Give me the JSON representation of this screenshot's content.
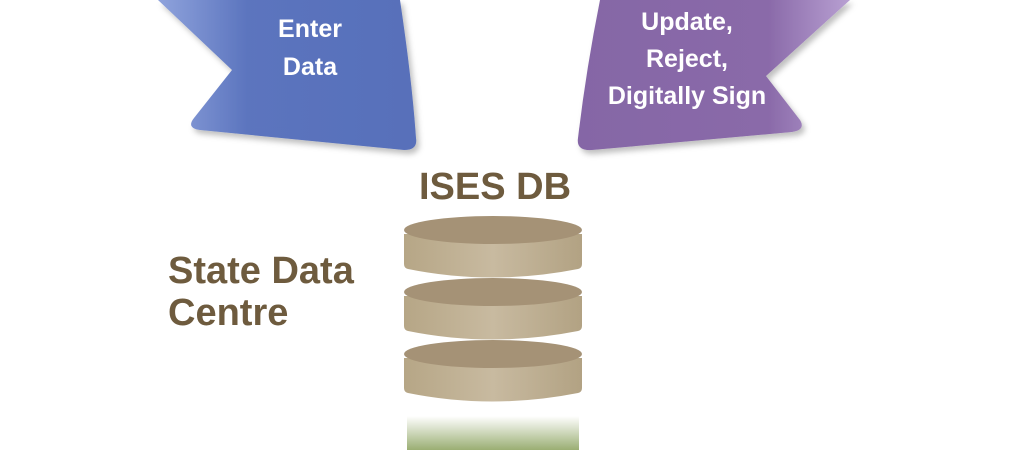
{
  "left_arrow": {
    "line1": "Enter",
    "line2": "Data"
  },
  "right_arrow": {
    "line1": "Update,",
    "line2": "Reject,",
    "line3": "Digitally Sign"
  },
  "database": {
    "title": "ISES DB"
  },
  "location": {
    "line1": "State Data",
    "line2": "Centre"
  },
  "colors": {
    "left_arrow": "#5a73bd",
    "right_arrow": "#8a6aaa",
    "db_disk_top": "#a59276",
    "db_disk_side": "#c3b497",
    "text_brown": "#6e5b3e",
    "ground_green": "#98ab6f"
  }
}
